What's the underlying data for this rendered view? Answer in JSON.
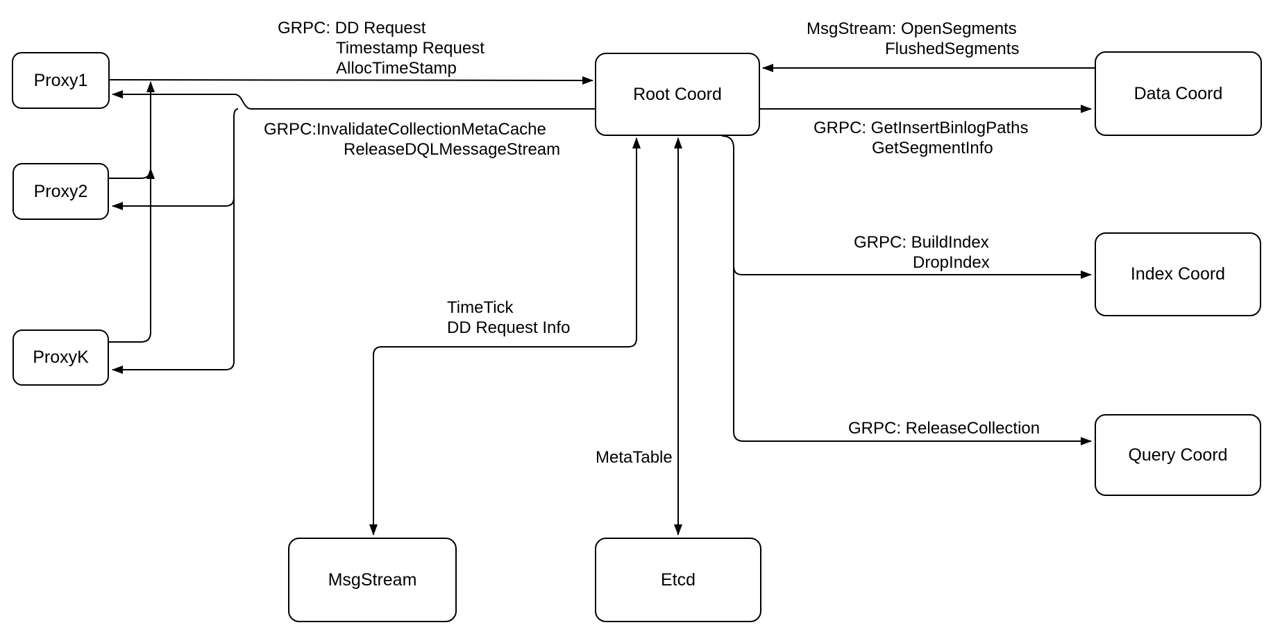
{
  "diagram": {
    "title": "Root Coord interactions diagram",
    "type": "architecture-diagram"
  },
  "colors": {
    "background": "#ffffff",
    "node_fill": "#ffffff",
    "stroke": "#000000",
    "text": "#000000"
  },
  "nodes": {
    "proxy1": {
      "label": "Proxy1"
    },
    "proxy2": {
      "label": "Proxy2"
    },
    "proxyk": {
      "label": "ProxyK"
    },
    "root_coord": {
      "label": "Root Coord"
    },
    "data_coord": {
      "label": "Data Coord"
    },
    "index_coord": {
      "label": "Index Coord"
    },
    "query_coord": {
      "label": "Query Coord"
    },
    "msgstream": {
      "label": "MsgStream"
    },
    "etcd": {
      "label": "Etcd"
    }
  },
  "edge_labels": {
    "proxy_to_root": {
      "line1": "GRPC: DD Request",
      "line2": "Timestamp Request",
      "line3": "AllocTimeStamp"
    },
    "root_to_proxy": {
      "line1": "GRPC:InvalidateCollectionMetaCache",
      "line2": "ReleaseDQLMessageStream"
    },
    "data_to_root": {
      "line1": "MsgStream: OpenSegments",
      "line2": "FlushedSegments"
    },
    "root_to_data": {
      "line1": "GRPC: GetInsertBinlogPaths",
      "line2": "GetSegmentInfo"
    },
    "root_to_index": {
      "line1": "GRPC: BuildIndex",
      "line2": "DropIndex"
    },
    "root_to_query": {
      "line1": "GRPC: ReleaseCollection"
    },
    "root_to_msgstream": {
      "line1": "TimeTick",
      "line2": "DD Request Info"
    },
    "root_to_etcd": {
      "line1": "MetaTable"
    }
  }
}
